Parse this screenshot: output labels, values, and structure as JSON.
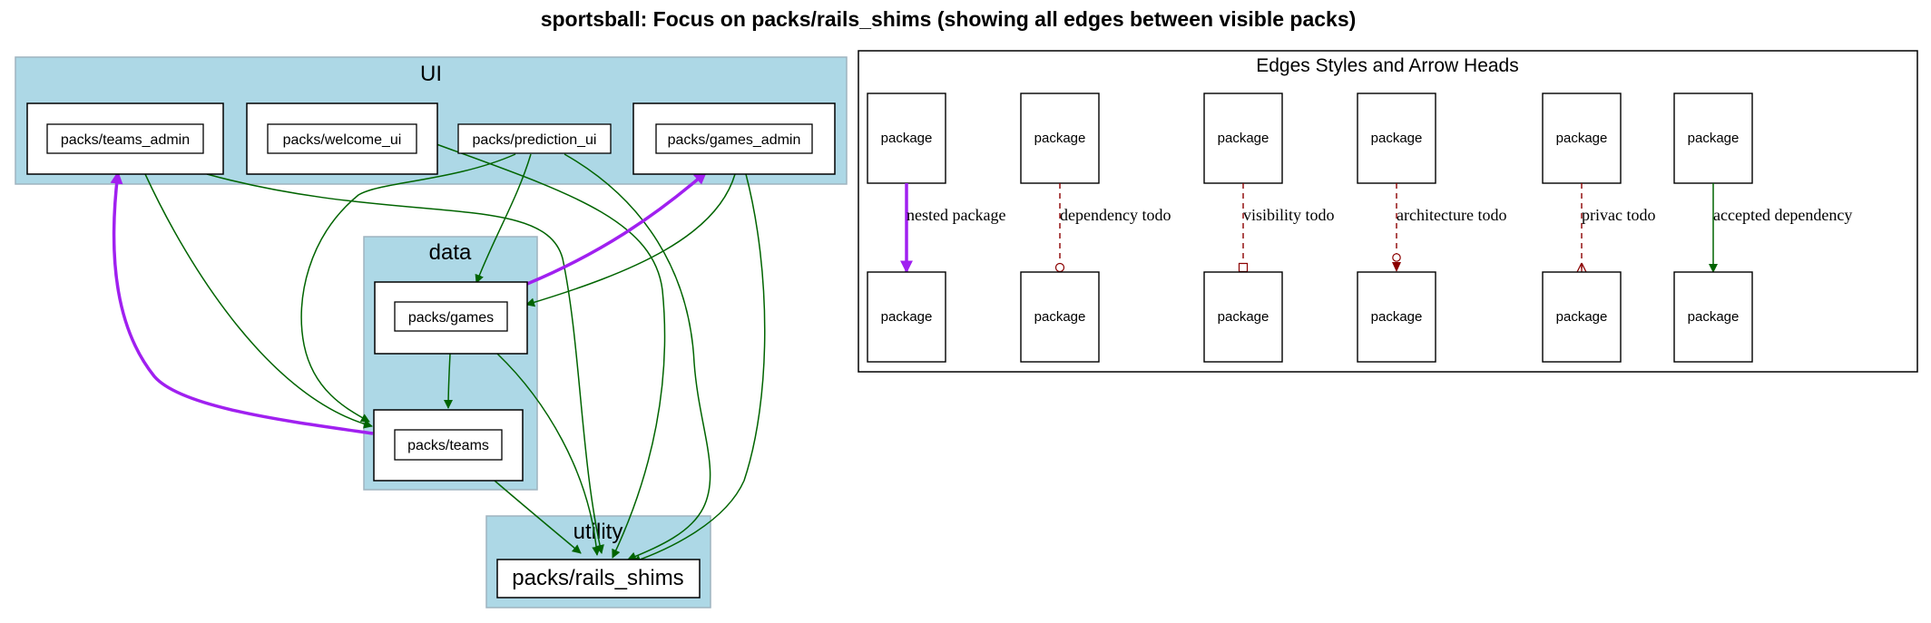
{
  "title": "sportsball: Focus on packs/rails_shims (showing all edges between visible packs)",
  "clusters": {
    "ui": "UI",
    "data": "data",
    "utility": "utility"
  },
  "packs": {
    "teams_admin": "packs/teams_admin",
    "welcome_ui": "packs/welcome_ui",
    "prediction_ui": "packs/prediction_ui",
    "games_admin": "packs/games_admin",
    "games": "packs/games",
    "teams": "packs/teams",
    "rails_shims": "packs/rails_shims"
  },
  "legend": {
    "title": "Edges Styles and Arrow Heads",
    "node_label": "package",
    "edges": [
      {
        "label": "nested package"
      },
      {
        "label": "dependency todo"
      },
      {
        "label": "visibility todo"
      },
      {
        "label": "architecture todo"
      },
      {
        "label": "privac todo"
      },
      {
        "label": "accepted dependency"
      }
    ]
  },
  "colors": {
    "cluster_fill": "#add8e6",
    "cluster_border": "#9fb4bf",
    "accepted_dependency": "#006400",
    "nested_package": "#a020f0",
    "todo": "#8b0000"
  }
}
